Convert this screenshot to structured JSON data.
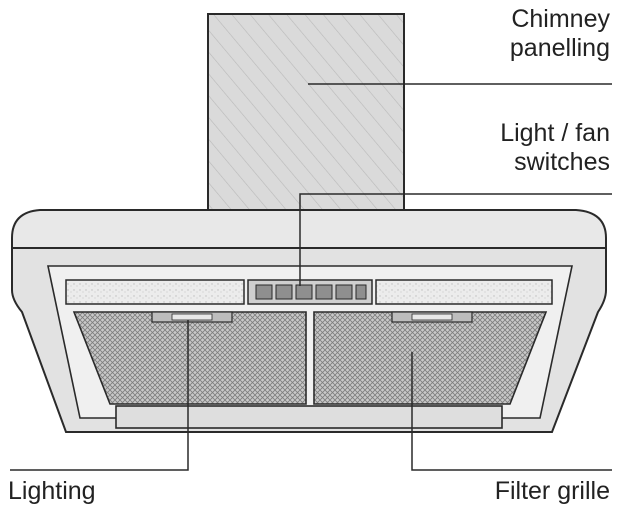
{
  "labels": {
    "chimney_line1": "Chimney",
    "chimney_line2": "panelling",
    "switches_line1": "Light / fan",
    "switches_line2": "switches",
    "lighting": "Lighting",
    "filter": "Filter grille"
  },
  "colors": {
    "line": "#2a2a2a",
    "hood_fill": "#e6e6e6",
    "chimney_fill": "#dcdcdc",
    "mesh": "#8a8a8a"
  }
}
